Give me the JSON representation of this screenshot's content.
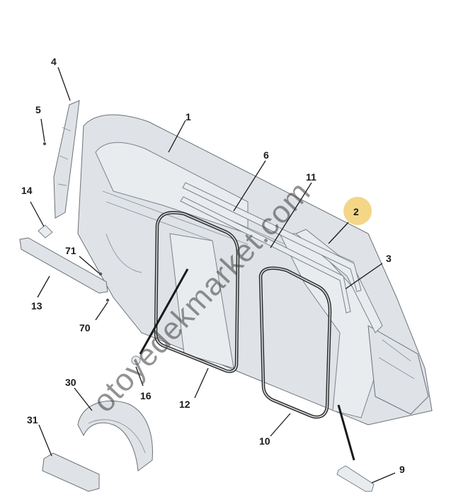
{
  "watermark": "otoyedekmarket.com",
  "highlight_color": "#f3d27a",
  "callouts": [
    {
      "id": "1",
      "label": "1"
    },
    {
      "id": "2",
      "label": "2",
      "highlighted": true
    },
    {
      "id": "3",
      "label": "3"
    },
    {
      "id": "4",
      "label": "4"
    },
    {
      "id": "5",
      "label": "5"
    },
    {
      "id": "6",
      "label": "6"
    },
    {
      "id": "9",
      "label": "9"
    },
    {
      "id": "10",
      "label": "10"
    },
    {
      "id": "11",
      "label": "11"
    },
    {
      "id": "12",
      "label": "12"
    },
    {
      "id": "13",
      "label": "13"
    },
    {
      "id": "14",
      "label": "14"
    },
    {
      "id": "16",
      "label": "16"
    },
    {
      "id": "30",
      "label": "30"
    },
    {
      "id": "31",
      "label": "31"
    },
    {
      "id": "70",
      "label": "70"
    },
    {
      "id": "71",
      "label": "71"
    }
  ]
}
